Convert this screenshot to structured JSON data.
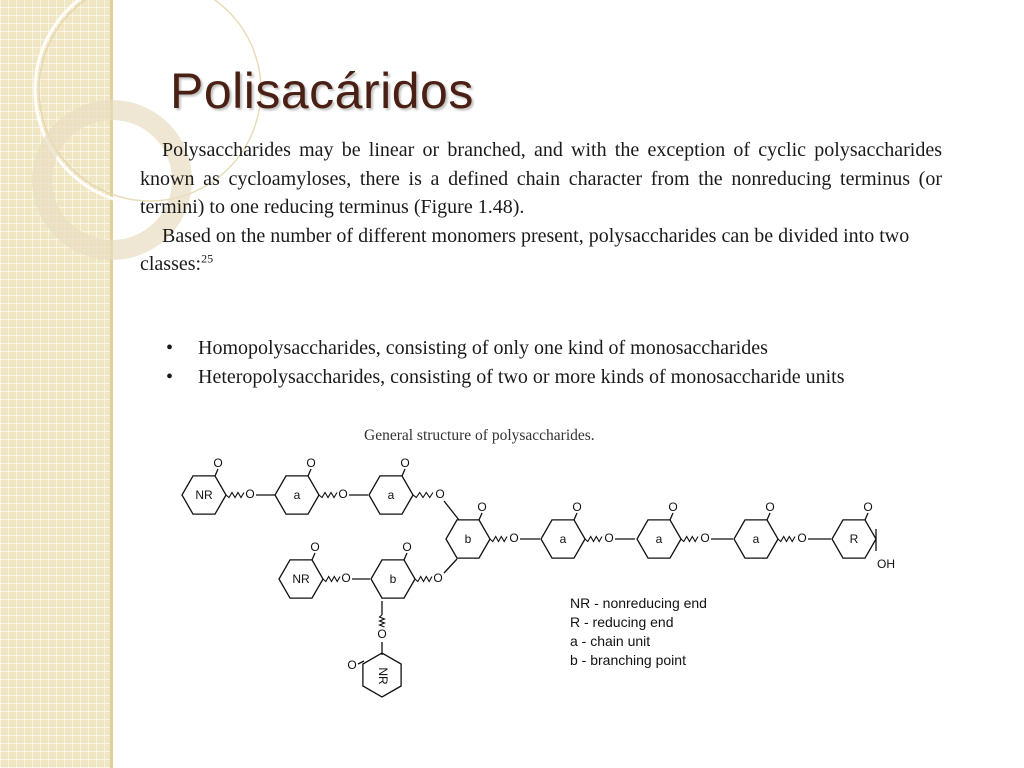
{
  "slide": {
    "title": "Polisacáridos"
  },
  "body": {
    "paragraph1": "Polysaccharides may be linear or branched, and with the exception of cyclic polysaccharides known as cycloamyloses, there is a defined chain character from the nonreducing terminus (or termini) to one reducing terminus (Figure 1.48).",
    "paragraph2": "Based on the number of different monomers present, polysaccharides can be divided into two classes:",
    "paragraph2_ref": "25",
    "bullet_symbol": "•",
    "bullets": [
      "Homopolysaccharides, consisting of only one kind of monosaccharides",
      "Heteropolysaccharides, consisting of two or more kinds of monosaccharide units"
    ]
  },
  "figure": {
    "caption": "General structure of polysaccharides.",
    "labels": {
      "nr": "NR",
      "r": "R",
      "a": "a",
      "b": "b",
      "o": "O",
      "oh": "OH"
    },
    "legend": [
      "NR - nonreducing end",
      "R - reducing end",
      "a - chain unit",
      "b - branching point"
    ]
  }
}
